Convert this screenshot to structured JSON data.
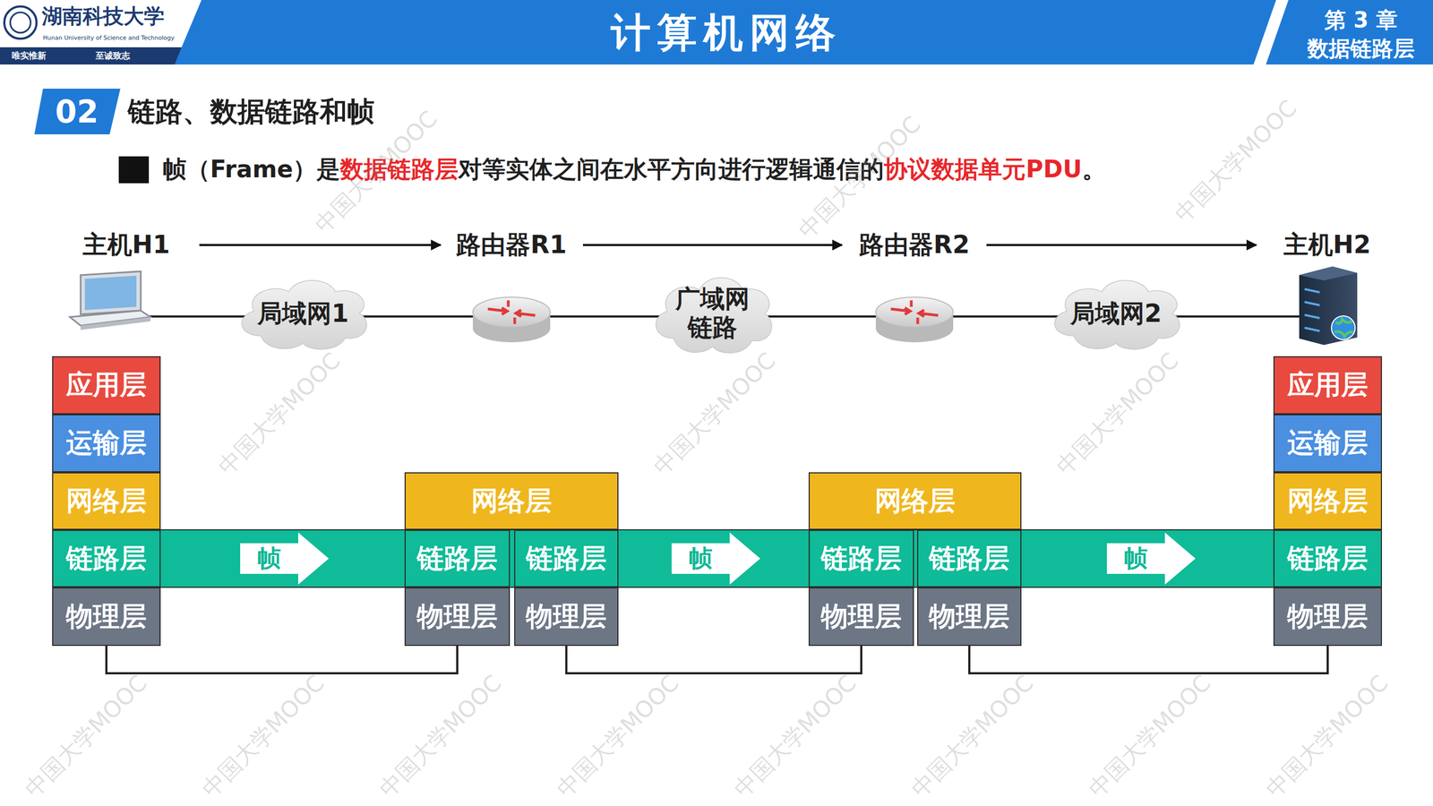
{
  "diagram": {
    "title": "计算机网络",
    "nodes": [
      {
        "text": [
          "局域网1"
        ]
      },
      {
        "text": [
          "广域网 链路"
        ]
      },
      {
        "text": [
          "局域网2"
        ]
      },
      {
        "text": [
          "应用层"
        ]
      },
      {
        "text": [
          "运输层"
        ]
      },
      {
        "text": [
          "网络层"
        ]
      },
      {
        "text": [
          "链路层"
        ]
      },
      {
        "text": [
          "物理层"
        ]
      },
      {
        "text": [
          "网络层"
        ]
      },
      {
        "text": [
          "链路层"
        ]
      },
      {
        "text": [
          "链路层"
        ]
      },
      {
        "text": [
          "物理层"
        ]
      },
      {
        "text": [
          "物理层"
        ]
      },
      {
        "text": [
          "网络层"
        ]
      },
      {
        "text": [
          "链路层"
        ]
      },
      {
        "text": [
          "链路层"
        ]
      },
      {
        "text": [
          "物理层"
        ]
      },
      {
        "text": [
          "物理层"
        ]
      },
      {
        "text": [
          "应用层"
        ]
      },
      {
        "text": [
          "运输层"
        ]
      },
      {
        "text": [
          "网络层"
        ]
      },
      {
        "text": [
          "链路层"
        ]
      },
      {
        "text": [
          "物理层"
        ]
      },
      {
        "text": [
          "帧"
        ]
      },
      {
        "text": [
          "帧"
        ]
      },
      {
        "text": [
          "帧"
        ]
      }
    ],
    "edges": [
      {
        "from": 7,
        "to": 11,
        "arrow": "none"
      },
      {
        "from": 12,
        "to": 16,
        "arrow": "none"
      },
      {
        "from": 17,
        "to": 22,
        "arrow": "none"
      }
    ],
    "labels": [
      "湖南科技大学",
      "Hunan University of Science and Technology",
      "唯实惟新",
      "至诚致志",
      "第 3 章",
      "数据链路层",
      "02",
      "链路、数据链路和帧",
      "帧（Frame）是",
      "数据链路层",
      "对等实体之间在水平方向进行逻辑通信的",
      "协议数据单元PDU",
      "。",
      "主机H1",
      "路由器R1",
      "路由器R2",
      "主机H2",
      "中国大学MOOC",
      "中国大学MOOC",
      "中国大学MOOC",
      "中国大学MOOC",
      "中国大学MOOC",
      "中国大学MOOC",
      "中国大学MOOC",
      "中国大学MOOC",
      "中国大学MOOC",
      "中国大学MOOC",
      "中国大学MOOC",
      "中国大学MOOC",
      "中国大学MOOC",
      "中国大学MOOC"
    ]
  }
}
